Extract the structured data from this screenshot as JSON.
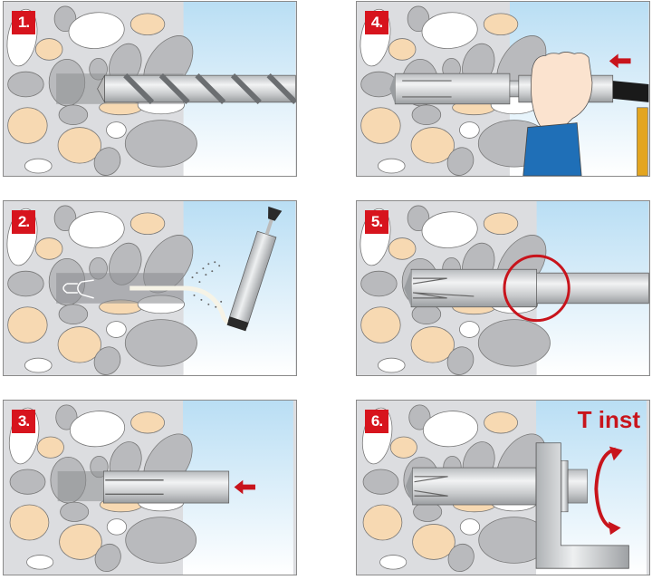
{
  "title": "Anchor installation steps",
  "colors": {
    "badge": "#d7141d",
    "concrete": "#dcdde0",
    "stone_grey": "#b9babd",
    "stone_tan": "#f7d9b2",
    "sky_top": "#b9def4",
    "accent_red": "#c8141c"
  },
  "steps": [
    {
      "label": "1.",
      "action": "drill"
    },
    {
      "label": "2.",
      "action": "blow-out"
    },
    {
      "label": "3.",
      "action": "insert-anchor"
    },
    {
      "label": "4.",
      "action": "hammer-set"
    },
    {
      "label": "5.",
      "action": "check-setting"
    },
    {
      "label": "6.",
      "action": "tighten-torque",
      "annotation": "T inst"
    }
  ]
}
